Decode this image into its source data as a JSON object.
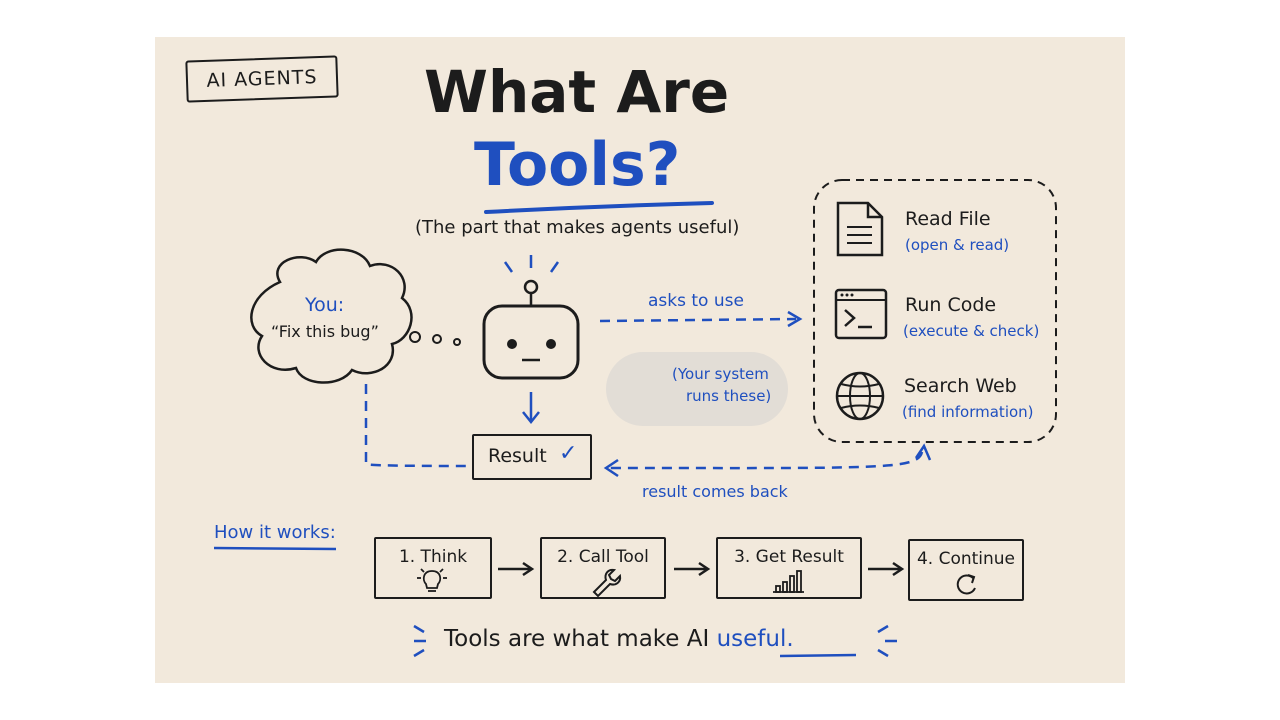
{
  "tag": "AI AGENTS",
  "title": {
    "line1": "What Are",
    "line2": "Tools?"
  },
  "subtitle": "(The part that makes agents useful)",
  "user_bubble": {
    "speaker": "You:",
    "message": "“Fix this bug”"
  },
  "flow": {
    "asks": "asks to use",
    "result": "Result",
    "comes_back": "result comes back"
  },
  "system_note": {
    "line1": "(Your system",
    "line2": "runs these)"
  },
  "tools": [
    {
      "name": "Read File",
      "desc": "(open & read)",
      "icon": "document-icon"
    },
    {
      "name": "Run Code",
      "desc": "(execute & check)",
      "icon": "terminal-icon"
    },
    {
      "name": "Search Web",
      "desc": "(find information)",
      "icon": "globe-icon"
    }
  ],
  "how_label": "How it works:",
  "steps": [
    {
      "label": "1. Think",
      "icon": "lightbulb-icon"
    },
    {
      "label": "2. Call Tool",
      "icon": "wrench-icon"
    },
    {
      "label": "3. Get Result",
      "icon": "bar-chart-icon"
    },
    {
      "label": "4. Continue",
      "icon": "refresh-icon"
    }
  ],
  "footer": {
    "prefix": "Tools are what make AI",
    "emphasis": "useful",
    "suffix": "."
  },
  "colors": {
    "paper": "#f2e9dc",
    "ink": "#1c1c1c",
    "accent": "#1f4fbf",
    "pill": "#e2ddd6"
  }
}
